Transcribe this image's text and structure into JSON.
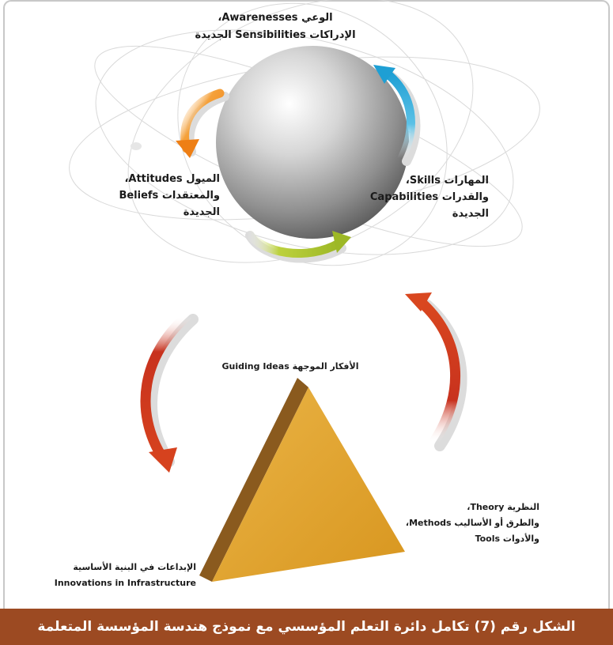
{
  "labels": {
    "awareness": {
      "line1": "الوعي Awarenesses،",
      "line2": "الإدراكات Sensibilities الجديدة"
    },
    "skills": {
      "line1": "المهارات Skills،",
      "line2": "والقدرات Capabilities",
      "line3": "الجديدة"
    },
    "attitudes": {
      "line1": "الميول Attitudes،",
      "line2": "والمعتقدات Beliefs",
      "line3": "الجديدة"
    },
    "guiding_ideas": "الأفكار الموجهة Guiding Ideas",
    "theory": {
      "line1": "النظرية Theory،",
      "line2": "والطرق أو الأساليب Methods،",
      "line3": "والأدوات Tools"
    },
    "innovations": {
      "line1": "الإبداعات في البنية الأساسية",
      "line2": "Innovations in Infrastructure"
    }
  },
  "caption": "الشكل رقم (7) تكامل دائرة التعلم المؤسسي مع نموذج هندسة المؤسسة المتعلمة",
  "colors": {
    "caption_bar": "#9c4a22",
    "arrow_orange": "#f08a1e",
    "arrow_blue": "#2aa8d8",
    "arrow_green": "#a9c230",
    "arrow_red": "#c8321e",
    "triangle_face": "#e1a42f",
    "triangle_side": "#8a5a1e"
  }
}
